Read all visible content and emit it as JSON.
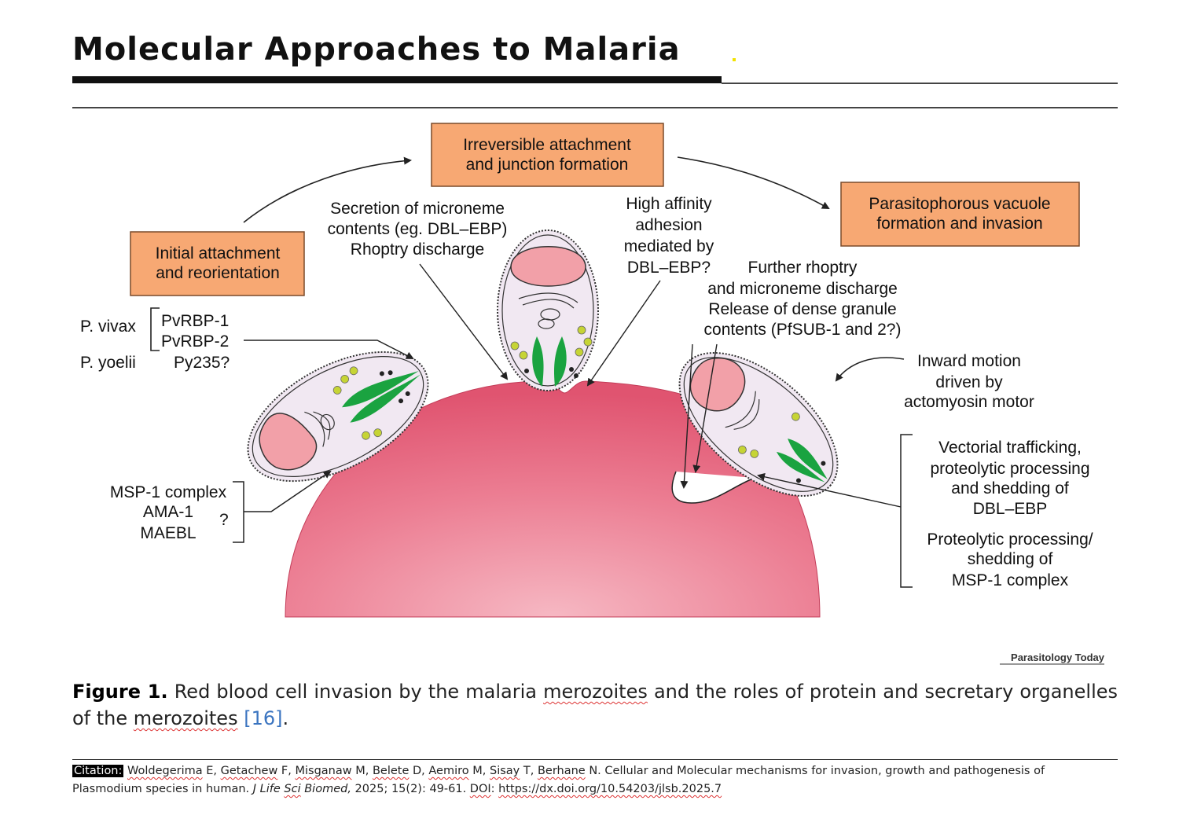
{
  "page_title": "Molecular Approaches to Malaria",
  "stage_boxes": {
    "initial": [
      "Initial attachment",
      "and reorientation"
    ],
    "irreversible": [
      "Irreversible attachment",
      "and junction formation"
    ],
    "vacuole": [
      "Parasitophorous vacuole",
      "formation and invasion"
    ]
  },
  "labels": {
    "secretion": [
      "Secretion of microneme",
      "contents (eg. DBL–EBP)",
      "Rhoptry discharge"
    ],
    "high_affinity": [
      "High affinity",
      "adhesion",
      "mediated by",
      "DBL–EBP?"
    ],
    "further": [
      "Further rhoptry",
      "and microneme discharge",
      "Release of dense granule",
      "contents (PfSUB-1 and 2?)"
    ],
    "inward": [
      "Inward motion",
      "driven by",
      "actomyosin motor"
    ],
    "vectorial": [
      "Vectorial trafficking,",
      "proteolytic processing",
      "and shedding of",
      "DBL–EBP"
    ],
    "proteolytic": [
      "Proteolytic processing/",
      "shedding of",
      "MSP-1 complex"
    ],
    "species_vivax": "P. vivax",
    "species_yoelii": "P. yoelii",
    "proteins_top": [
      "PvRBP-1",
      "PvRBP-2",
      "Py235?"
    ],
    "proteins_bottom": [
      "MSP-1 complex",
      "AMA-1",
      "MAEBL"
    ],
    "question": "?"
  },
  "credit": "Parasitology Today",
  "caption": {
    "fig_label": "Figure 1.",
    "text_a": " Red blood cell invasion by the malaria ",
    "word_a": "merozoites",
    "text_b": " and the roles of protein and secretary organelles of the ",
    "word_b": "merozoites",
    "text_c": " ",
    "ref": "[16]",
    "end": "."
  },
  "citation": {
    "tag": "Citation:",
    "authors": [
      {
        "name": "Woldegerima",
        "rest": " E, "
      },
      {
        "name": "Getachew",
        "rest": " F, "
      },
      {
        "name": "Misganaw",
        "rest": " M, "
      },
      {
        "name": "Belete",
        "rest": " D, "
      },
      {
        "name": "Aemiro",
        "rest": " M, "
      },
      {
        "name": "Sisay",
        "rest": " T, "
      },
      {
        "name": "Berhane",
        "rest": "  N."
      }
    ],
    "title": " Cellular and Molecular mechanisms for invasion, growth and pathogenesis of Plasmodium species in human. ",
    "journal_a": "J Life ",
    "journal_sci": "Sci",
    "journal_b": " Biomed,",
    "details": " 2025; 15(2): 49-61. ",
    "doi_label": "DOI",
    "doi_sep": ": ",
    "doi_url": "https://dx.doi.org/10.54203/jlsb.2025.7"
  },
  "colors": {
    "box_fill": "#f7a873",
    "rbc_center": "#f4a8b6",
    "rbc_edge": "#e0506d",
    "nucleus": "#f2a0a8",
    "organelle": "#1aa340",
    "dots": "#c6d435",
    "merozoite_body": "#f1e8f2"
  }
}
